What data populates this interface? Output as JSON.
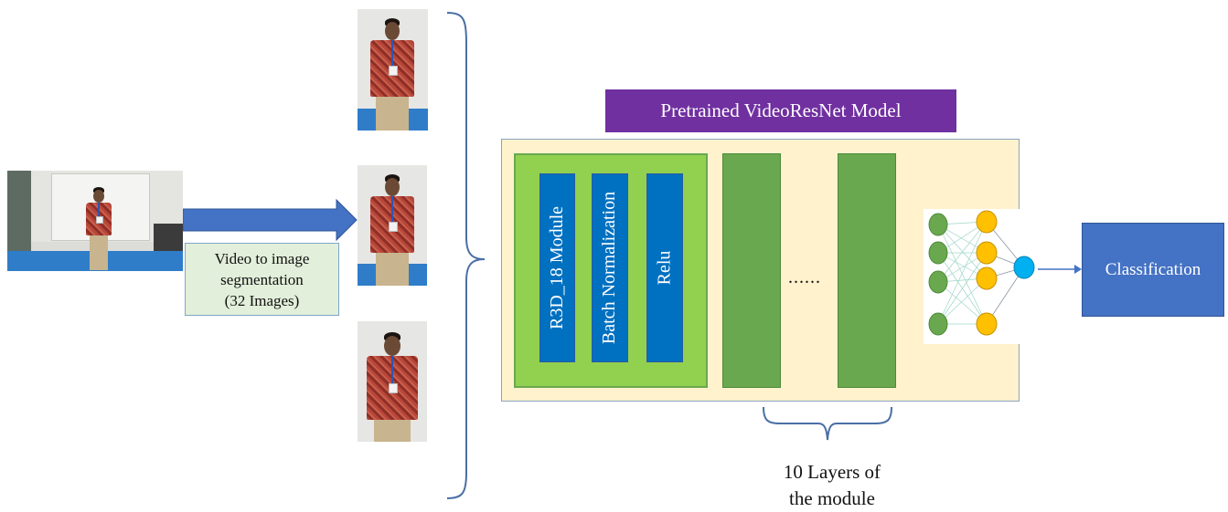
{
  "input_video": {
    "caption_lines": [
      "Video to image",
      "segmentation",
      "(32 Images)"
    ]
  },
  "model": {
    "title": "Pretrained VideoResNet Model",
    "module_blocks": [
      "R3D_18 Module",
      "Batch Normalization",
      "Relu"
    ],
    "ellipsis": "......",
    "layers_note_lines": [
      "10 Layers of",
      "the module"
    ]
  },
  "output": {
    "label": "Classification"
  },
  "colors": {
    "title_bg": "#7030a0",
    "panel_bg": "#fff2cc",
    "module_group_bg": "#92d050",
    "layer_bg": "#6aa84f",
    "block_bg": "#0070c0",
    "classification_bg": "#4472c4",
    "caption_bg": "#e2efda",
    "arrow": "#4472c4",
    "brace": "#4a6fa5",
    "nn_input_node": "#6aa84f",
    "nn_hidden_node": "#ffc000",
    "nn_output_node": "#00b0f0"
  },
  "icons": [
    "video-frame-photo",
    "frame-photo",
    "neural-network-icon",
    "right-arrow",
    "curly-brace"
  ]
}
